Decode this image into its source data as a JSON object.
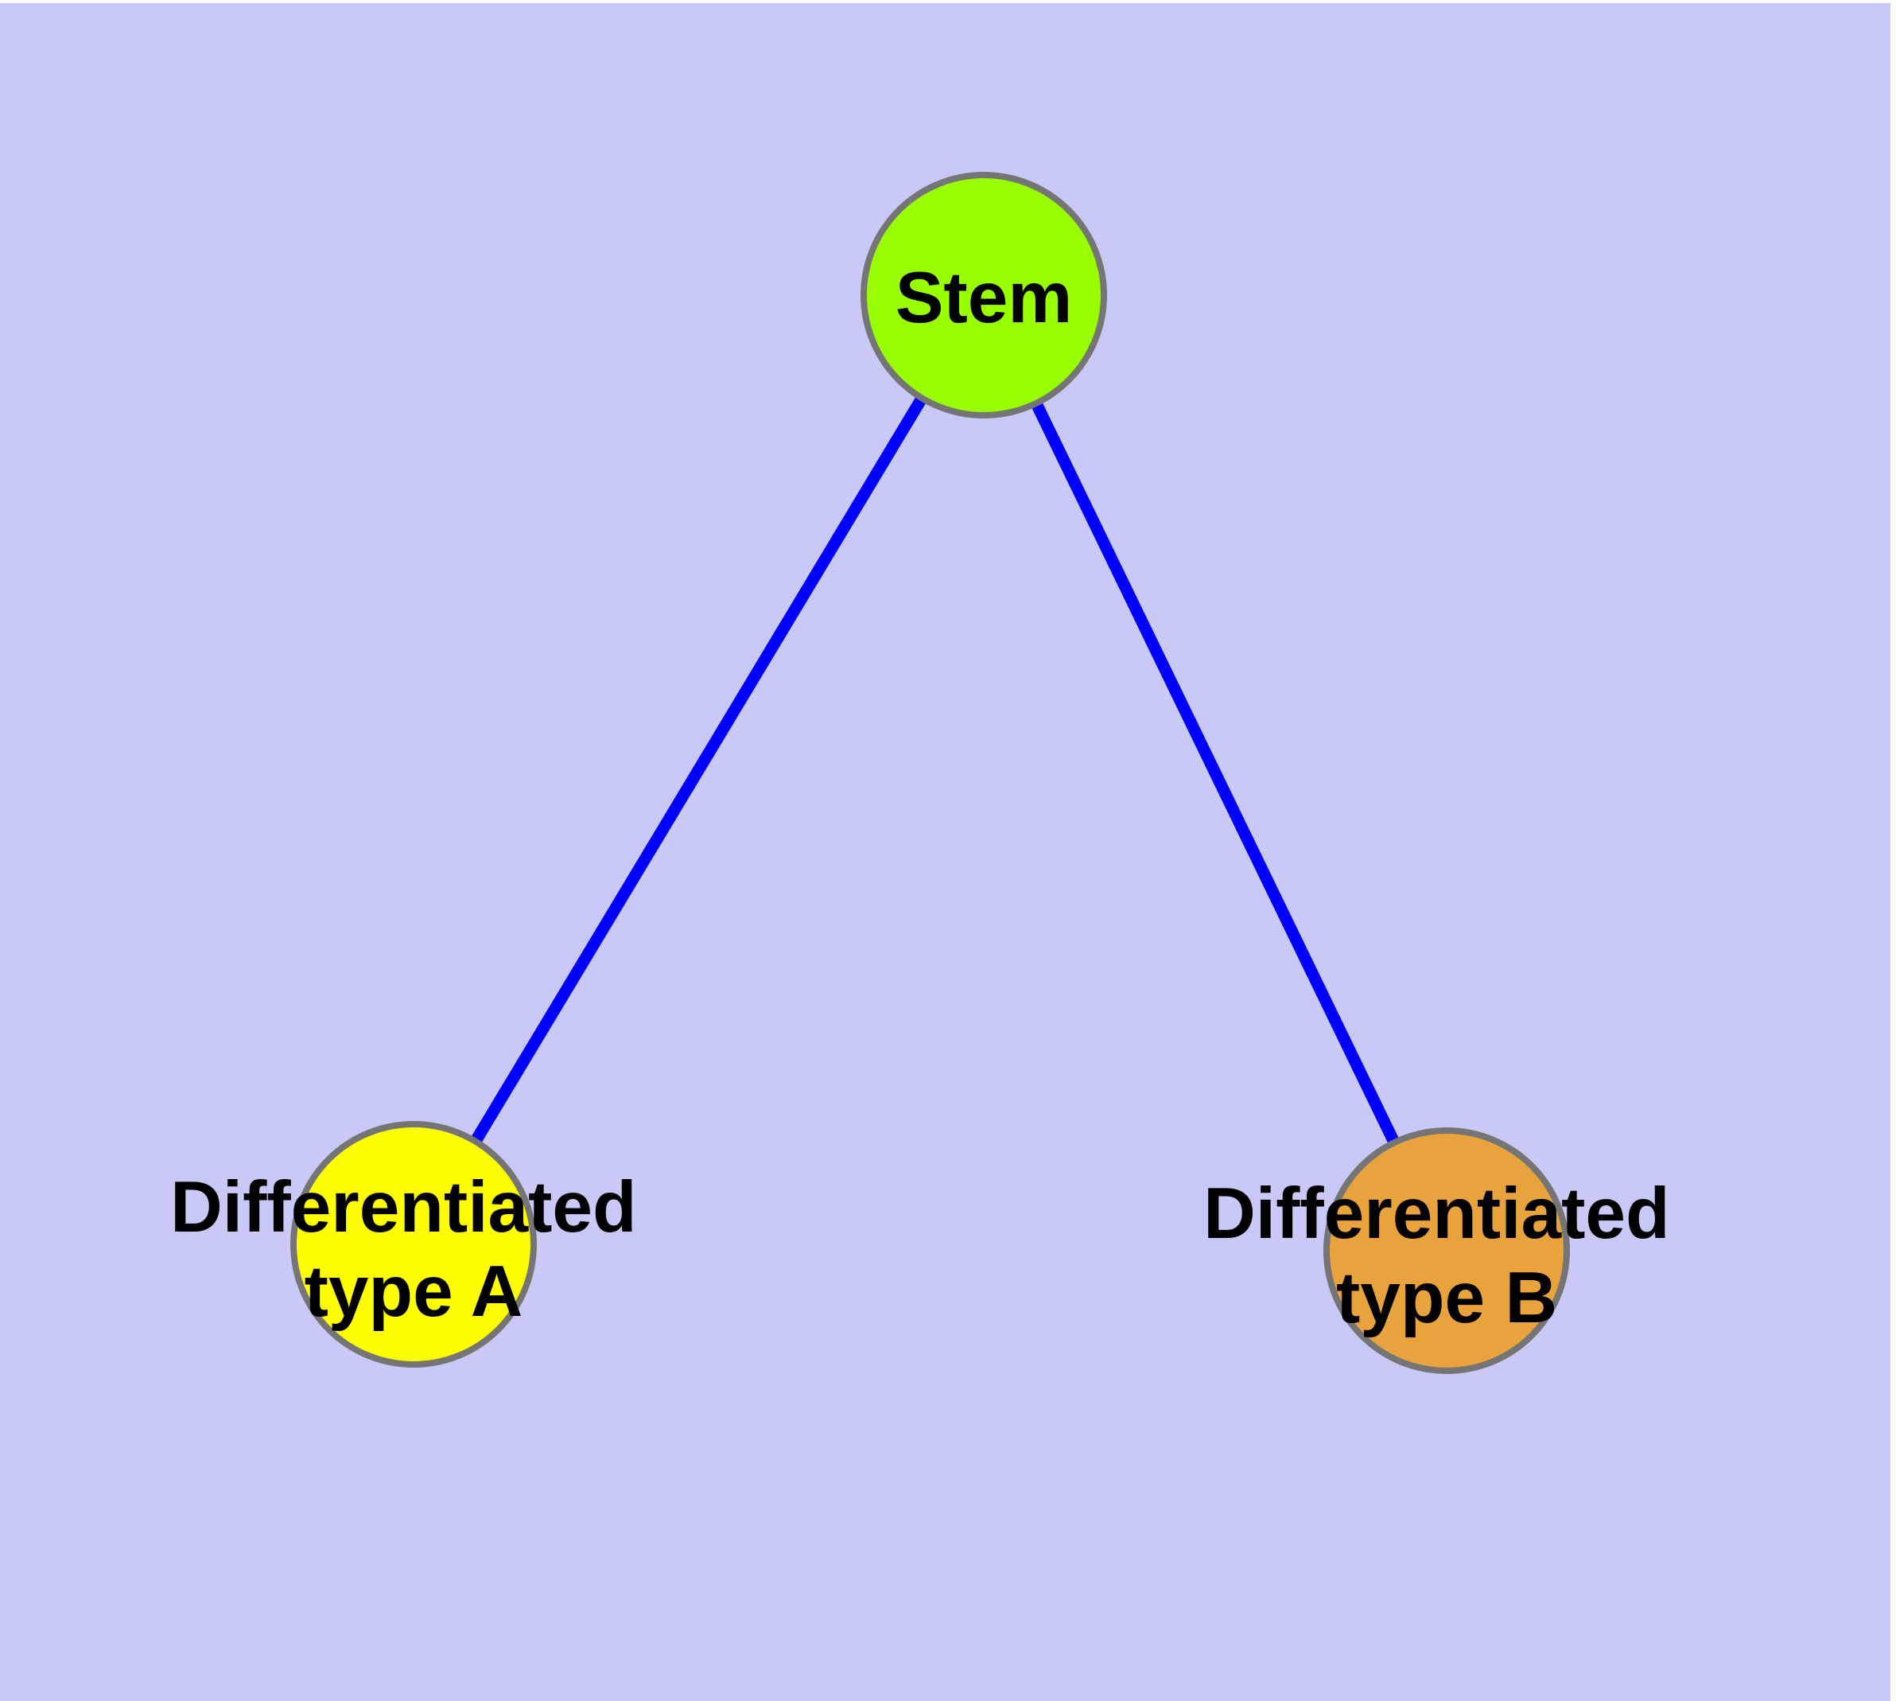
{
  "diagram": {
    "type": "node-link-graph",
    "colors": {
      "background": "#C9C9F8",
      "page_margin": "#FFFFFF",
      "edge": "#0000FE",
      "node_border": "#757575",
      "label": "#000000"
    },
    "nodes": [
      {
        "id": "stem",
        "label": "Stem",
        "fill": "#99FE00"
      },
      {
        "id": "type-a",
        "label_line1": "Differentiated",
        "label_line2": "type A",
        "fill": "#FFFF00"
      },
      {
        "id": "type-b",
        "label_line1": "Differentiated",
        "label_line2": "type B",
        "fill": "#E8A33C"
      }
    ],
    "edges": [
      {
        "from": "stem",
        "to": "type-a"
      },
      {
        "from": "stem",
        "to": "type-b"
      }
    ]
  }
}
